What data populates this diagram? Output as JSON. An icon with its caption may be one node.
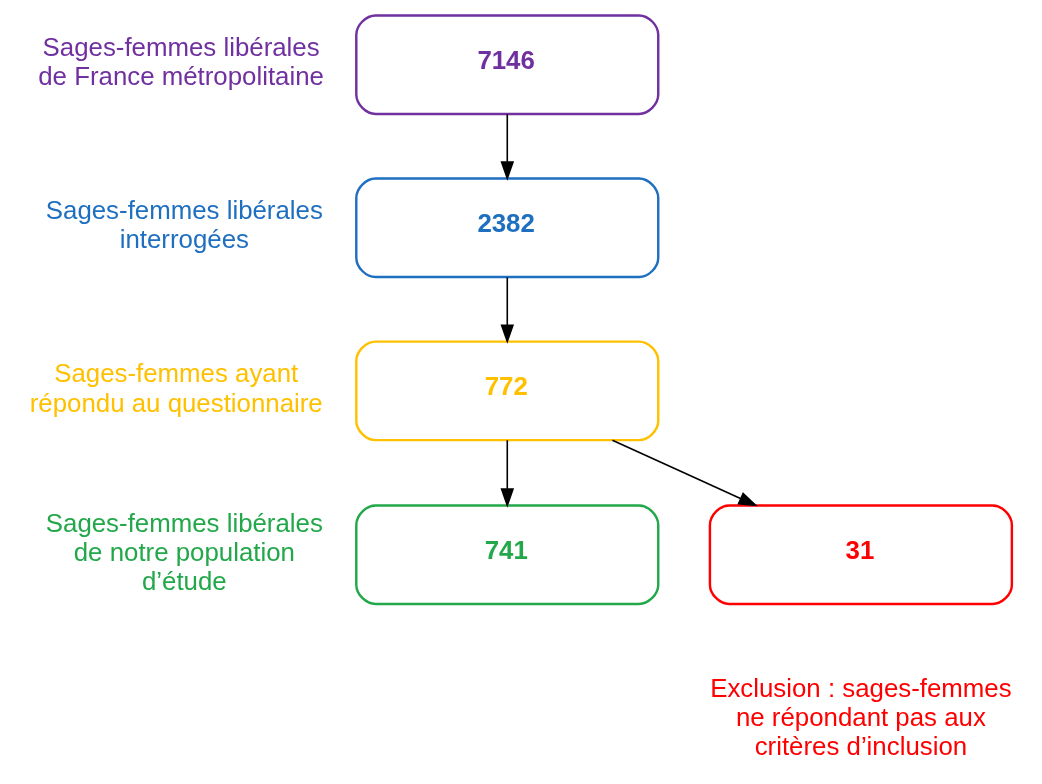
{
  "diagram": {
    "nodes": [
      {
        "text": [
          "7146"
        ],
        "beside": [
          "Sages-femmes libérales de France métropolitaine"
        ]
      },
      {
        "text": [
          "2382"
        ],
        "beside": [
          "Sages-femmes libérales interrogées"
        ]
      },
      {
        "text": [
          "772"
        ],
        "beside": [
          "Sages-femmes ayant répondu au questionnaire"
        ]
      },
      {
        "text": [
          "31"
        ],
        "beside": [
          "Exclusion : sages-femmes ne répondant pas aux critères d’inclusion"
        ]
      },
      {
        "text": [
          "741"
        ],
        "beside": [
          "Sages-femmes libérales de notre population d’étude"
        ]
      }
    ],
    "edges": [
      {
        "from": 0,
        "to": 1,
        "arrow": "to"
      },
      {
        "from": 1,
        "to": 2,
        "arrow": "to"
      },
      {
        "from": 2,
        "to": 4,
        "arrow": "to"
      },
      {
        "from": 2,
        "to": 3,
        "arrow": "to"
      }
    ]
  }
}
